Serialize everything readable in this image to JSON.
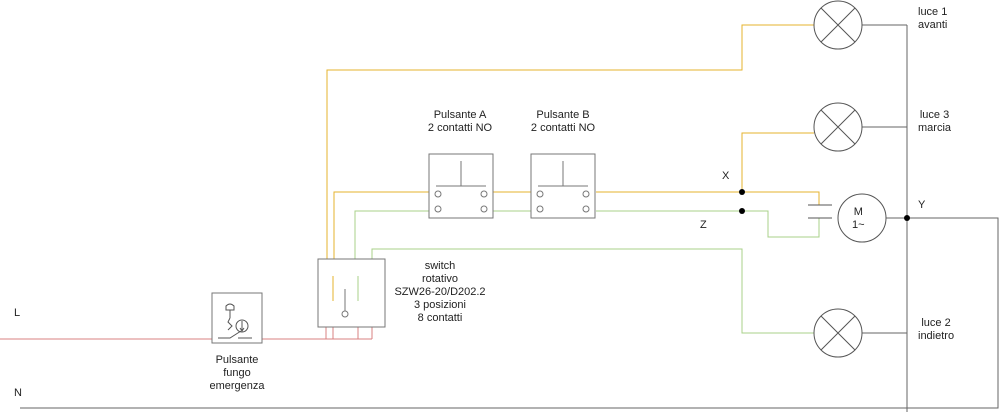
{
  "labels": {
    "L": "L",
    "N": "N",
    "X": "X",
    "Y": "Y",
    "Z": "Z",
    "pulsante_a": [
      "Pulsante A",
      "2 contatti NO"
    ],
    "pulsante_b": [
      "Pulsante B",
      "2 contatti NO"
    ],
    "switch": [
      "switch",
      "rotativo",
      "SZW26-20/D202.2",
      "3 posizioni",
      "8 contatti"
    ],
    "fungo": [
      "Pulsante",
      "fungo",
      "emergenza"
    ],
    "luce1": [
      "luce 1",
      "avanti"
    ],
    "luce3": [
      "luce 3",
      "marcia"
    ],
    "luce2": [
      "luce 2",
      "indietro"
    ],
    "motor": [
      "M",
      "1~"
    ]
  },
  "colors": {
    "phase": "#d9534f",
    "yellow": "#e6b32e",
    "green": "#9ccc7a",
    "neutral": "#666666",
    "component": "#777777"
  }
}
